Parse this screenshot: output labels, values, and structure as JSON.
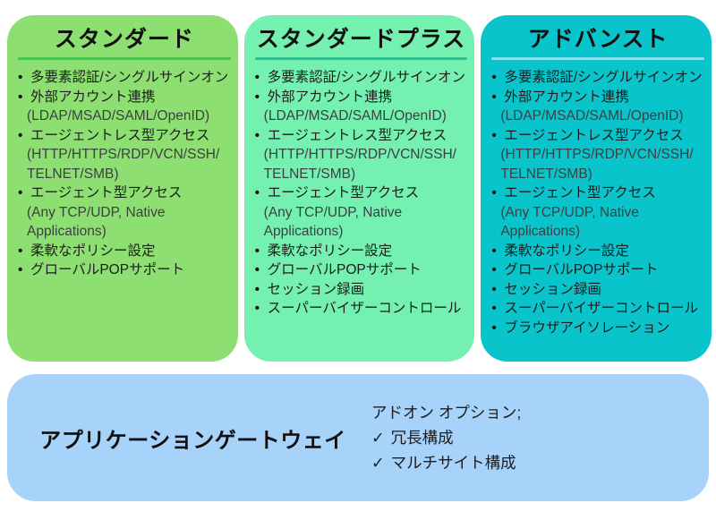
{
  "page": {
    "background_color": "#ffffff"
  },
  "plans": [
    {
      "title": "スタンダード",
      "bg_color": "#8edf71",
      "rule_color": "#47c450",
      "features": [
        {
          "text": "多要素認証/シングルサインオン"
        },
        {
          "text": "外部アカウント連携",
          "sub": "(LDAP/MSAD/SAML/OpenID)"
        },
        {
          "text": "エージェントレス型アクセス",
          "sub": "(HTTP/HTTPS/RDP/VCN/SSH/\nTELNET/SMB)"
        },
        {
          "text": "エージェント型アクセス",
          "sub": "(Any TCP/UDP, Native\nApplications)"
        },
        {
          "text": "柔軟なポリシー設定"
        },
        {
          "text": "グローバルPOPサポート"
        }
      ]
    },
    {
      "title": "スタンダードプラス",
      "bg_color": "#74f0b0",
      "rule_color": "#2fbf8e",
      "features": [
        {
          "text": "多要素認証/シングルサインオン"
        },
        {
          "text": "外部アカウント連携",
          "sub": "(LDAP/MSAD/SAML/OpenID)"
        },
        {
          "text": "エージェントレス型アクセス",
          "sub": "(HTTP/HTTPS/RDP/VCN/SSH/\nTELNET/SMB)"
        },
        {
          "text": "エージェント型アクセス",
          "sub": "(Any TCP/UDP, Native\nApplications)"
        },
        {
          "text": "柔軟なポリシー設定"
        },
        {
          "text": "グローバルPOPサポート"
        },
        {
          "text": "セッション録画"
        },
        {
          "text": "スーパーバイザーコントロール"
        }
      ]
    },
    {
      "title": "アドバンスト",
      "bg_color": "#09c4cb",
      "rule_color": "#7ee4ef",
      "features": [
        {
          "text": "多要素認証/シングルサインオン"
        },
        {
          "text": "外部アカウント連携",
          "sub": "(LDAP/MSAD/SAML/OpenID)"
        },
        {
          "text": "エージェントレス型アクセス",
          "sub": "(HTTP/HTTPS/RDP/VCN/SSH/\nTELNET/SMB)"
        },
        {
          "text": "エージェント型アクセス",
          "sub": "(Any TCP/UDP, Native\nApplications)"
        },
        {
          "text": "柔軟なポリシー設定"
        },
        {
          "text": "グローバルPOPサポート"
        },
        {
          "text": "セッション録画"
        },
        {
          "text": "スーパーバイザーコントロール"
        },
        {
          "text": "ブラウザアイソレーション"
        }
      ]
    }
  ],
  "gateway": {
    "bg_color": "#a7d3fa",
    "title": "アプリケーションゲートウェイ",
    "addon_heading": "アドオン オプション;",
    "checkmark": "✓",
    "options": [
      "冗長構成",
      "マルチサイト構成"
    ]
  },
  "bullet_glyph": "•"
}
